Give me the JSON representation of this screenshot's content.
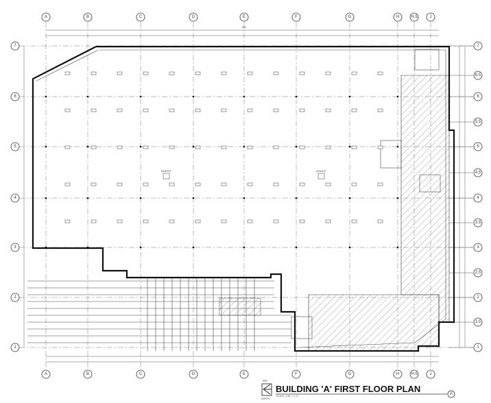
{
  "drawing": {
    "title": "BUILDING 'A' FIRST FLOOR PLAN",
    "scale": "SCALE: 1/16\" = 1'-0\"",
    "north_ref": "REF.",
    "north_label": "NORTH",
    "sheet_marker": "A",
    "overall_dimension": "360'",
    "rooms": [
      {
        "name": "NORTH"
      },
      {
        "name": "SOUTH"
      }
    ],
    "columns": [
      "A",
      "B",
      "C",
      "D",
      "E",
      "F",
      "G",
      "H",
      "H.5",
      "J"
    ],
    "rows_left": [
      "7",
      "6",
      "5",
      "4",
      "3",
      "2",
      "1"
    ],
    "rows_right": [
      "7",
      "6.5",
      "6",
      "5.5",
      "5",
      "4.5",
      "4",
      "3.5",
      "3",
      "2.5",
      "2",
      "1.5",
      "1"
    ]
  }
}
